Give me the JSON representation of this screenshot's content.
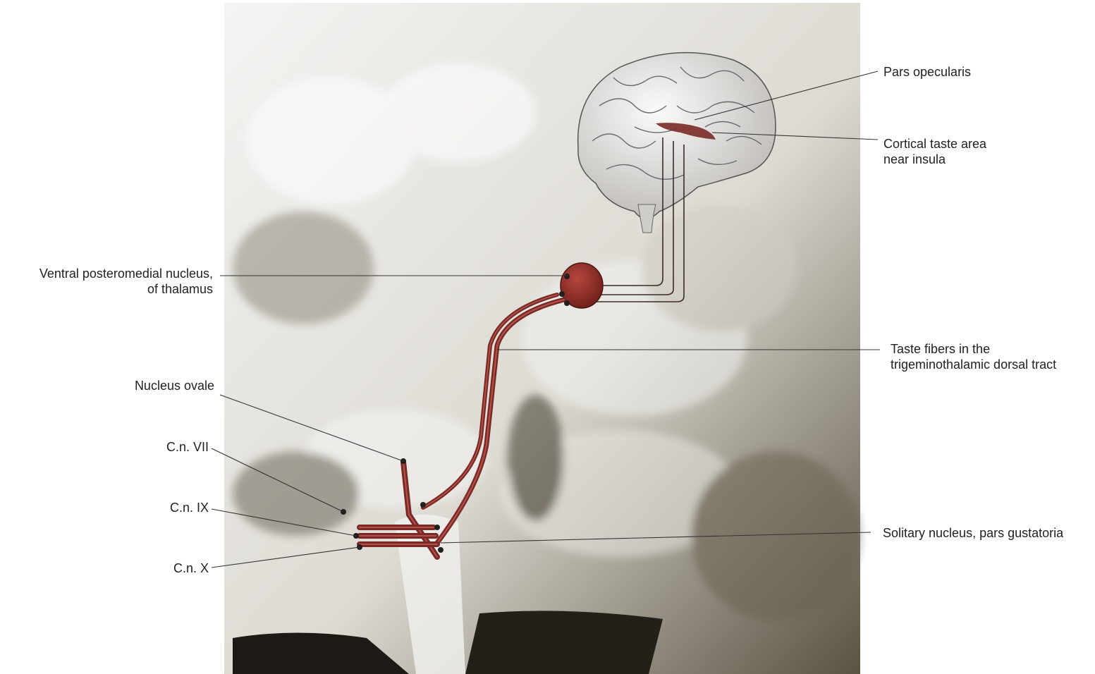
{
  "labels": {
    "pars_opecularis": "Pars opecularis",
    "cortical_taste_area": [
      "Cortical taste area",
      "near insula"
    ],
    "ventral_posteromedial": [
      "Ventral posteromedial nucleus,",
      "of thalamus"
    ],
    "taste_fibers": [
      "Taste fibers in the",
      "trigeminothalamic dorsal tract"
    ],
    "nucleus_ovale": "Nucleus ovale",
    "cn_vii": "C.n. VII",
    "cn_ix": "C.n. IX",
    "cn_x": "C.n. X",
    "solitary_nucleus": "Solitary nucleus, pars gustatoria"
  },
  "colors": {
    "pathway": "#7a2a26",
    "pathway_highlight": "#b5524a",
    "leader_line": "#333333",
    "background_tissue": "#e6e4df",
    "shadow": "#4d4637"
  }
}
